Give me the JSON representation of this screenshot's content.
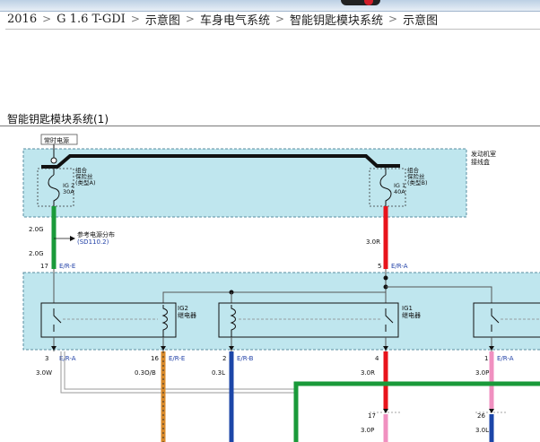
{
  "breadcrumb": {
    "items": [
      "2016",
      "G 1.6 T-GDI",
      "示意图",
      "车身电气系统",
      "智能钥匙模块系统",
      "示意图"
    ],
    "separator": ">"
  },
  "diagram": {
    "title": "智能钥匙模块系统(1)",
    "top_panel": {
      "always_power": "常时电源",
      "engine_room_box": [
        "发动机室",
        "接线盒"
      ],
      "fuse_left": {
        "group": [
          "组合",
          "保险丝",
          "(类型A)"
        ],
        "id": "IG 2",
        "rating": "30A"
      },
      "fuse_right": {
        "group": [
          "组合",
          "保险丝",
          "(类型B)"
        ],
        "id": "IG 1",
        "rating": "40A"
      }
    },
    "wires_top": {
      "left_gauge_1": "2.0G",
      "ref_label": "参考电源分布",
      "ref_code": "(SD110.2)",
      "left_gauge_2": "2.0G",
      "left_pin": "17",
      "left_conn": "E/R-E",
      "right_gauge": "3.0R",
      "right_pin": "5",
      "right_conn": "E/R-A"
    },
    "relays": {
      "ig2": [
        "IG2",
        "继电器"
      ],
      "ig1": [
        "IG1",
        "继电器"
      ]
    },
    "bottom_pins": [
      {
        "pin": "3",
        "conn": "E/R-A",
        "gauge": "3.0W"
      },
      {
        "pin": "16",
        "conn": "E/R-E",
        "gauge": "0.3O/B"
      },
      {
        "pin": "2",
        "conn": "E/R-B",
        "gauge": "0.3L"
      },
      {
        "pin": "4",
        "conn": "",
        "gauge": "3.0R"
      },
      {
        "pin": "1",
        "conn": "E/R-A",
        "gauge": "3.0P"
      }
    ],
    "lower_connectors": [
      {
        "pin": "17",
        "gauge": "3.0P"
      },
      {
        "pin": "26",
        "gauge": "3.0L"
      }
    ],
    "colors": {
      "panel_fill": "#bfe6ee",
      "panel_border": "#5a8ea0",
      "wire_red": "#e8141c",
      "wire_green": "#1a9a3a",
      "wire_pink": "#f090c0",
      "wire_orange": "#d98a2a",
      "wire_blue": "#1c46a8",
      "wire_grey": "#9a9a9a",
      "text_blue": "#1f3fa6"
    }
  }
}
